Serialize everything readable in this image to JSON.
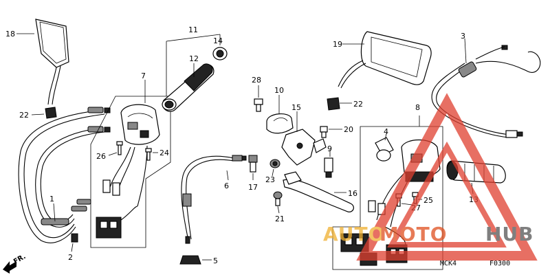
{
  "callouts": {
    "c1": "1",
    "c2": "2",
    "c3": "3",
    "c4": "4",
    "c5": "5",
    "c6": "6",
    "c7": "7",
    "c8": "8",
    "c9": "9",
    "c10": "10",
    "c11": "11",
    "c12": "12",
    "c13": "13",
    "c14": "14",
    "c15": "15",
    "c16": "16",
    "c17": "17",
    "c18": "18",
    "c19": "19",
    "c20": "20",
    "c21": "21",
    "c22a": "22",
    "c22b": "22",
    "c23": "23",
    "c24": "24",
    "c25": "25",
    "c26": "26",
    "c27": "27",
    "c28": "28"
  },
  "direction_label": "FR.",
  "figure_code_left": "MCK4",
  "figure_code_right": "F0300",
  "watermark": {
    "part1": "AUTO",
    "part2": "MOTO",
    "part3": "HUB",
    "color_auto": "#f0b030",
    "color_moto": "#e05020",
    "color_hub": "#555555",
    "triangle_color": "#e04030"
  }
}
